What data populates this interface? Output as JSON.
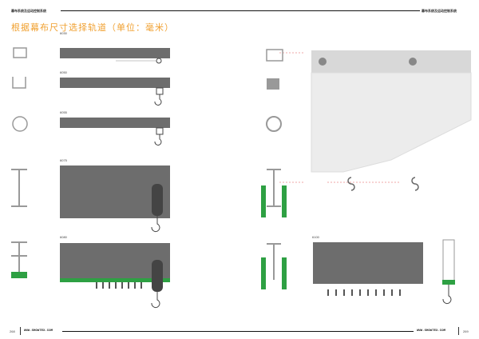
{
  "header": {
    "left_section": "幕布系统及运动控制系统",
    "right_section": "幕布系统及运动控制系统"
  },
  "title": "根据幕布尺寸选择轨道（单位：毫米）",
  "tracks": [
    {
      "model": "6030"
    },
    {
      "model": "6050"
    },
    {
      "model": "6055"
    },
    {
      "model": "6075"
    },
    {
      "model": "6080"
    },
    {
      "model": "6100"
    }
  ],
  "footer": {
    "left_page": "268",
    "right_page": "269",
    "left_url": "WWW.SHOWTEX.COM",
    "right_url": "WWW.SHOWTEX.COM"
  },
  "colors": {
    "accent": "#f0a030",
    "rail": "#6d6d6d",
    "green": "#2ea043",
    "dim": "#e05050"
  }
}
